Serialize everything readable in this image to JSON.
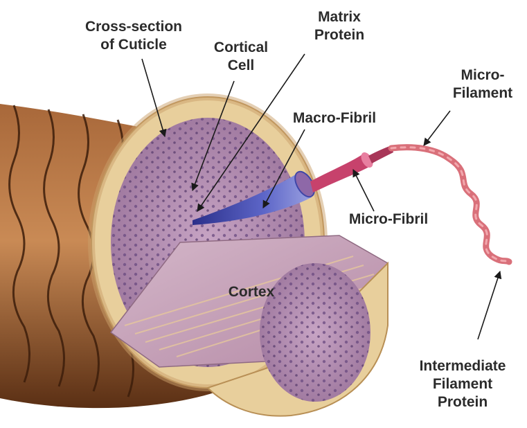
{
  "labels": {
    "cross_section": [
      "Cross-section",
      "of Cuticle"
    ],
    "cortical_cell": [
      "Cortical",
      "Cell"
    ],
    "matrix_protein": [
      "Matrix",
      "Protein"
    ],
    "micro_filament": [
      "Micro-",
      "Filament"
    ],
    "macro_fibril": [
      "Macro-Fibril"
    ],
    "micro_fibril": [
      "Micro-Fibril"
    ],
    "cortex": [
      "Cortex"
    ],
    "intermediate_filament_protein": [
      "Intermediate",
      "Filament",
      "Protein"
    ]
  },
  "colors": {
    "cuticle_dark": "#6b3b1c",
    "cuticle_light": "#c98a55",
    "cuticle_ring": "#e8cf9c",
    "cortex_fill": "#b48fae",
    "cortex_dots": "#5a3d6e",
    "macro_fibril_blue": "#3f46a8",
    "micro_fibril_pink": "#c7426c",
    "filament_red": "#d9707a",
    "arrow": "#1a1a1a"
  }
}
